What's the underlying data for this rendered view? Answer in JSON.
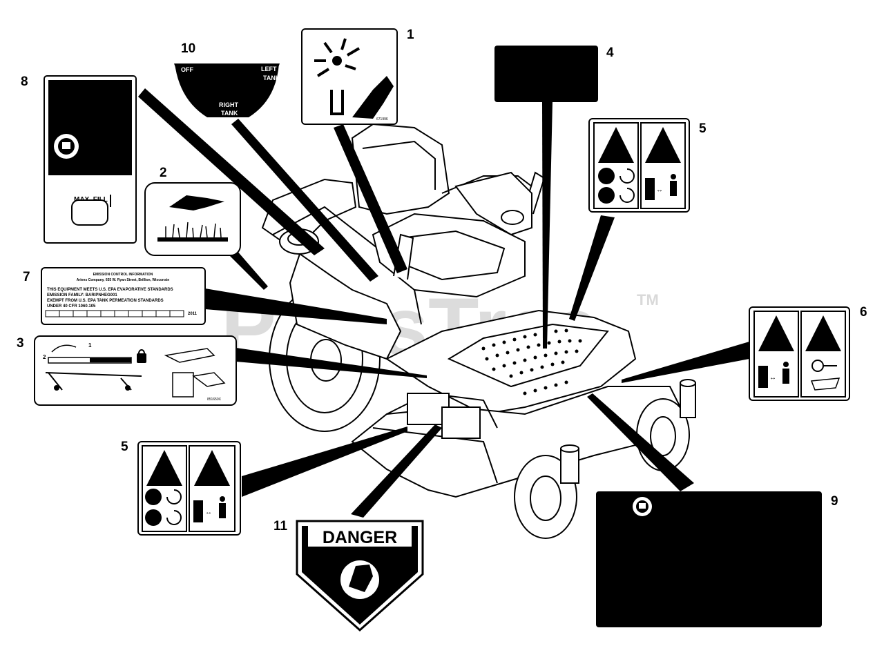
{
  "callouts": [
    "1",
    "2",
    "3",
    "4",
    "5",
    "6",
    "7",
    "8",
    "9",
    "10",
    "11",
    "5"
  ],
  "decal_10": {
    "off": "OFF",
    "left": "LEFT",
    "tank": "TANK",
    "right": "RIGHT",
    "tank2": "TANK"
  },
  "decal_8": {
    "label": "MAX. FILL"
  },
  "decal_7": {
    "title": "EMISSION CONTROL INFORMATION",
    "address": "Ariens Company, 655 W. Ryan Street, Brillion, Wisconsin",
    "line1": "THIS EQUIPMENT MEETS U.S. EPA EVAPORATIVE STANDARDS",
    "line2": "EMISSION FAMILY: BARIPNHEG001",
    "line3": "EXEMPT FROM U.S. EPA TANK PERMEATION STANDARDS",
    "line4": "UNDER 40 CFR 1060.105",
    "year": "2011"
  },
  "decal_3": {
    "num": "1",
    "num2": "2"
  },
  "decal_11": {
    "label": "DANGER"
  },
  "watermark": {
    "text": "PartsTree",
    "tm": "TM"
  },
  "colors": {
    "ink": "#000000",
    "paper": "#ffffff",
    "watermark": "#d9d9d9"
  }
}
